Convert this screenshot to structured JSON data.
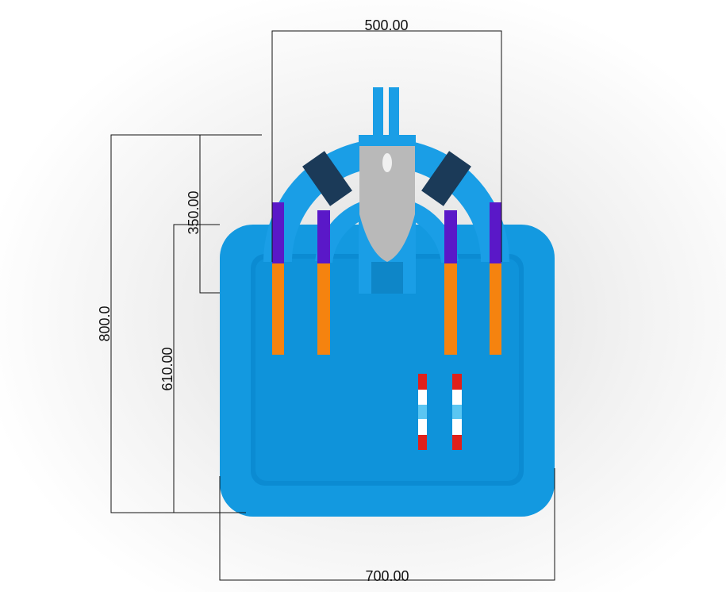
{
  "dimensions": {
    "top_width": "500.00",
    "bottom_width": "700.00",
    "total_length": "800.0",
    "slide_length": "350.00",
    "pool_length": "610.00"
  },
  "colors": {
    "pool_outer": "#1399e0",
    "pool_inner": "#0b8bd2",
    "slide_purple": "#5a18c8",
    "slide_orange": "#f5830f",
    "slide_gray": "#b9b9b9",
    "ladder_red": "#e0201a"
  }
}
